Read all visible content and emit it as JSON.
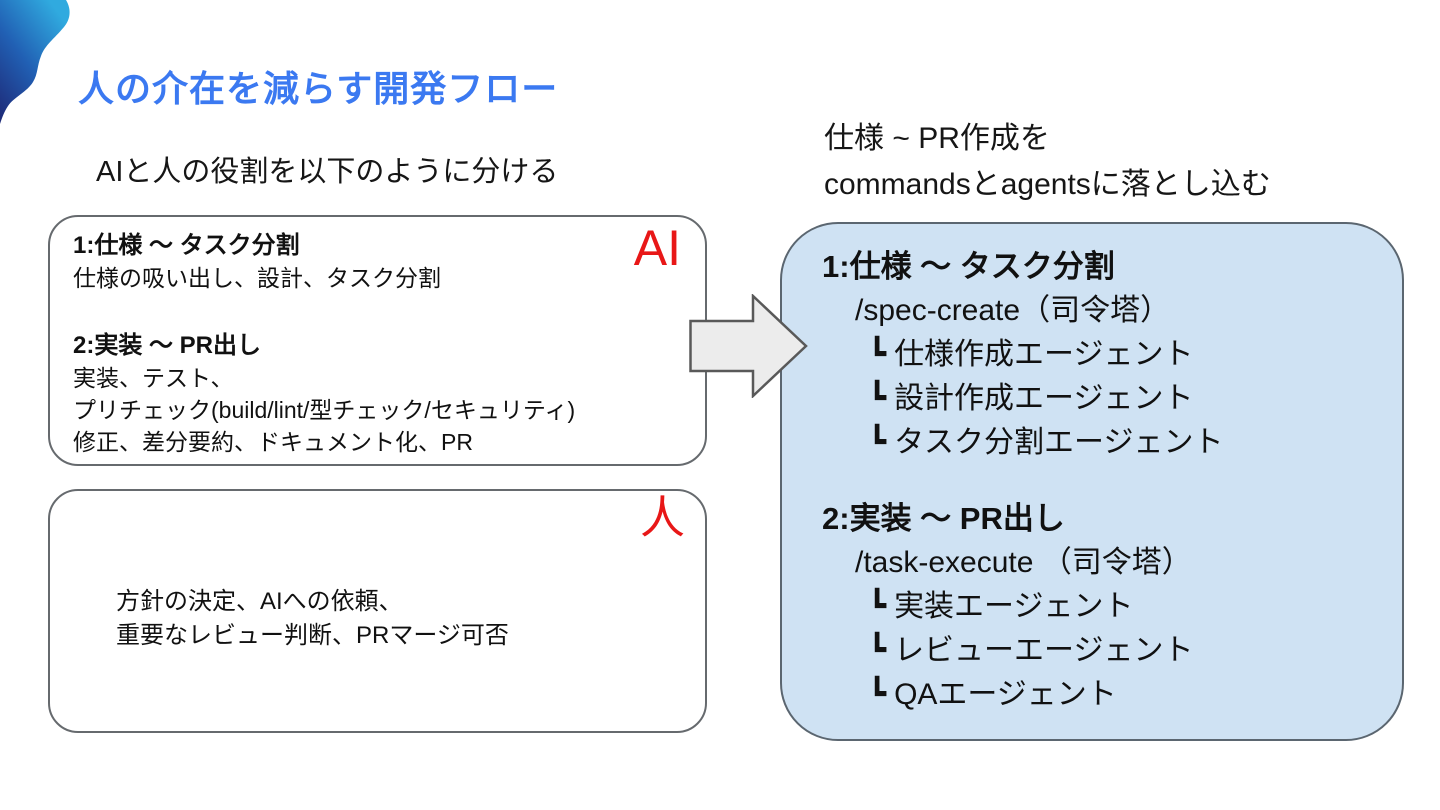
{
  "slide": {
    "title": "人の介在を減らす開発フロー",
    "left": {
      "heading": "AIと人の役割を以下のように分ける",
      "ai_box": {
        "badge": "AI",
        "section1_title": "1:仕様 ～ タスク分割",
        "section1_desc": "仕様の吸い出し、設計、タスク分割",
        "section2_title": "2:実装 ～ PR出し",
        "section2_lines": [
          "実装、テスト、",
          "プリチェック(build/lint/型チェック/セキュリティ)",
          "修正、差分要約、ドキュメント化、PR"
        ]
      },
      "human_box": {
        "badge": "人",
        "lines": [
          "方針の決定、AIへの依頼、",
          "重要なレビュー判断、PRマージ可否"
        ]
      }
    },
    "right": {
      "heading_line1": "仕様 ~ PR作成を",
      "heading_line2": "commandsとagentsに落とし込む",
      "flow_box": {
        "branch_glyph": "┗",
        "section1": {
          "title": "1:仕様 ～ タスク分割",
          "command": "/spec-create（司令塔）",
          "agents": [
            "仕様作成エージェント",
            "設計作成エージェント",
            "タスク分割エージェント"
          ]
        },
        "section2": {
          "title": "2:実装 ～ PR出し",
          "command": "/task-execute （司令塔）",
          "agents": [
            "実装エージェント",
            "レビューエージェント",
            "QAエージェント"
          ]
        }
      }
    },
    "colors": {
      "title_blue": "#3b79f1",
      "badge_red": "#e81717",
      "flow_box_fill": "#cfe2f3",
      "flow_box_border": "#5b6670",
      "white_box_border": "#666a6e",
      "arrow_fill": "#ececec",
      "arrow_border": "#595959",
      "blob_light": "#30aadf",
      "blob_dark": "#1e2b79"
    }
  }
}
